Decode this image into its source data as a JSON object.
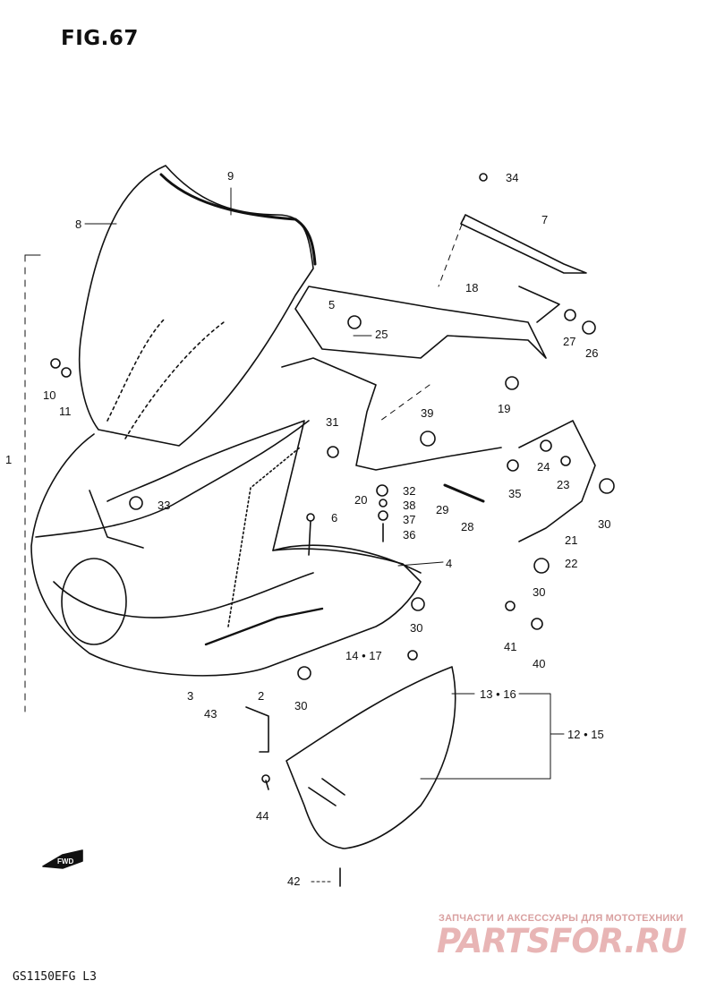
{
  "figure": {
    "title": "FIG.67",
    "model_code": "GS1150EFG L3"
  },
  "watermark": {
    "tagline": "ЗАПЧАСТИ И АКСЕССУАРЫ ДЛЯ МОТОТЕХНИКИ",
    "logo": "PARTSFOR.RU"
  },
  "direction_mark": "FWD",
  "part_labels": {
    "p1": "1",
    "p2": "2",
    "p3": "3",
    "p4": "4",
    "p5": "5",
    "p6": "6",
    "p7": "7",
    "p8": "8",
    "p9": "9",
    "p10": "10",
    "p11": "11",
    "p12_15": "12 • 15",
    "p13_16": "13 • 16",
    "p14_17": "14 • 17",
    "p18": "18",
    "p19": "19",
    "p20": "20",
    "p21": "21",
    "p22": "22",
    "p23": "23",
    "p24": "24",
    "p25": "25",
    "p26": "26",
    "p27": "27",
    "p28": "28",
    "p29": "29",
    "p30a": "30",
    "p30b": "30",
    "p30c": "30",
    "p30d": "30",
    "p31": "31",
    "p32": "32",
    "p33": "33",
    "p34": "34",
    "p35": "35",
    "p36": "36",
    "p37": "37",
    "p38": "38",
    "p39": "39",
    "p40": "40",
    "p41": "41",
    "p42": "42",
    "p43": "43",
    "p44": "44"
  },
  "colors": {
    "ink": "#111111",
    "watermark": "#e8b5b5"
  }
}
